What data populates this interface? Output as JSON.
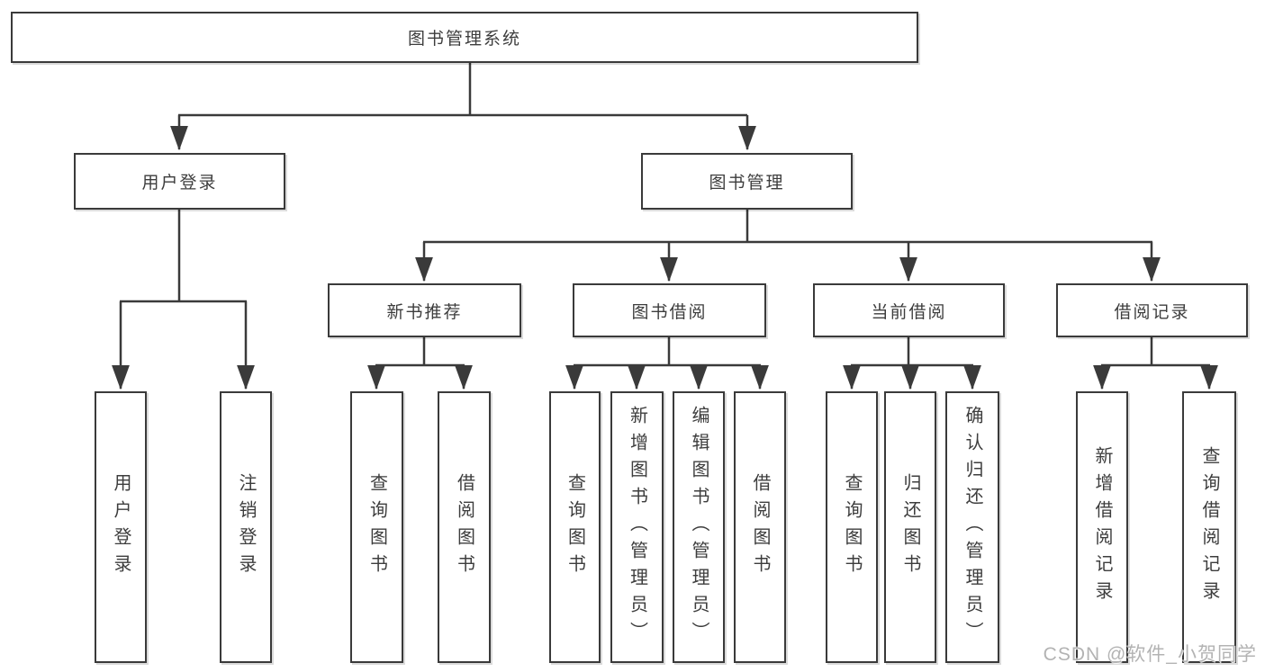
{
  "tree": {
    "label": "图书管理系统",
    "children": [
      {
        "label": "用户登录",
        "children": [
          {
            "label": "用户登录"
          },
          {
            "label": "注销登录"
          }
        ]
      },
      {
        "label": "图书管理",
        "children": [
          {
            "label": "新书推荐",
            "children": [
              {
                "label": "查询图书"
              },
              {
                "label": "借阅图书"
              }
            ]
          },
          {
            "label": "图书借阅",
            "children": [
              {
                "label": "查询图书"
              },
              {
                "label": "新增图书（管理员）"
              },
              {
                "label": "编辑图书（管理员）"
              },
              {
                "label": "借阅图书"
              }
            ]
          },
          {
            "label": "当前借阅",
            "children": [
              {
                "label": "查询图书"
              },
              {
                "label": "归还图书"
              },
              {
                "label": "确认归还（管理员）"
              }
            ]
          },
          {
            "label": "借阅记录",
            "children": [
              {
                "label": "新增借阅记录"
              },
              {
                "label": "查询借阅记录"
              }
            ]
          }
        ]
      }
    ]
  },
  "watermark": "CSDN @软件_小贺同学",
  "colors": {
    "line": "#3a3a3a",
    "box_fill": "#ffffff",
    "text": "#3d3d3d",
    "watermark": "#b3b3b3",
    "background": "#ffffff"
  }
}
